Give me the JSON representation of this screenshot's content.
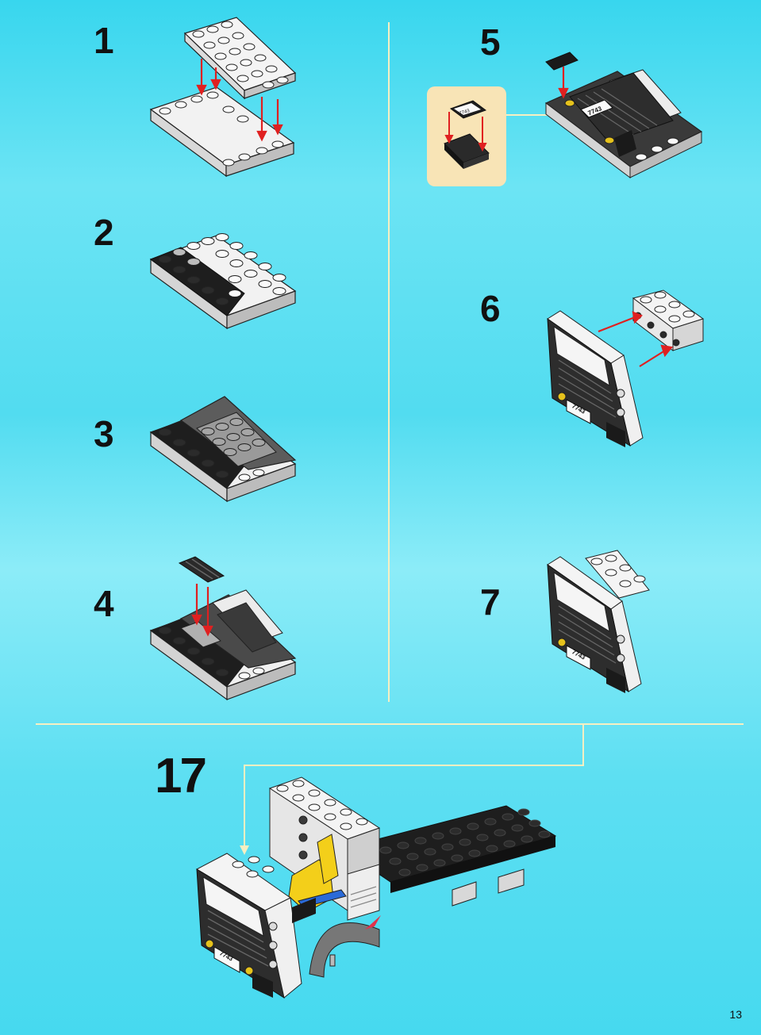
{
  "page": {
    "steps_left": [
      {
        "number": "1",
        "label": "step-1"
      },
      {
        "number": "2",
        "label": "step-2"
      },
      {
        "number": "3",
        "label": "step-3"
      },
      {
        "number": "4",
        "label": "step-4"
      }
    ],
    "steps_right": [
      {
        "number": "5"
      },
      {
        "number": "6"
      },
      {
        "number": "7"
      }
    ],
    "main_step": "17",
    "page_number": "13",
    "license_plate": "7743",
    "colors": {
      "background": "#4fdbf0",
      "divider": "#f6efc2",
      "callout_bg": "#f8e4b6",
      "arrow": "#e02020",
      "white_brick": "#f4f4f4",
      "black_brick": "#1e1e1e",
      "gray_brick": "#8a8a8a",
      "yellow_seat": "#f3cf1a"
    }
  }
}
